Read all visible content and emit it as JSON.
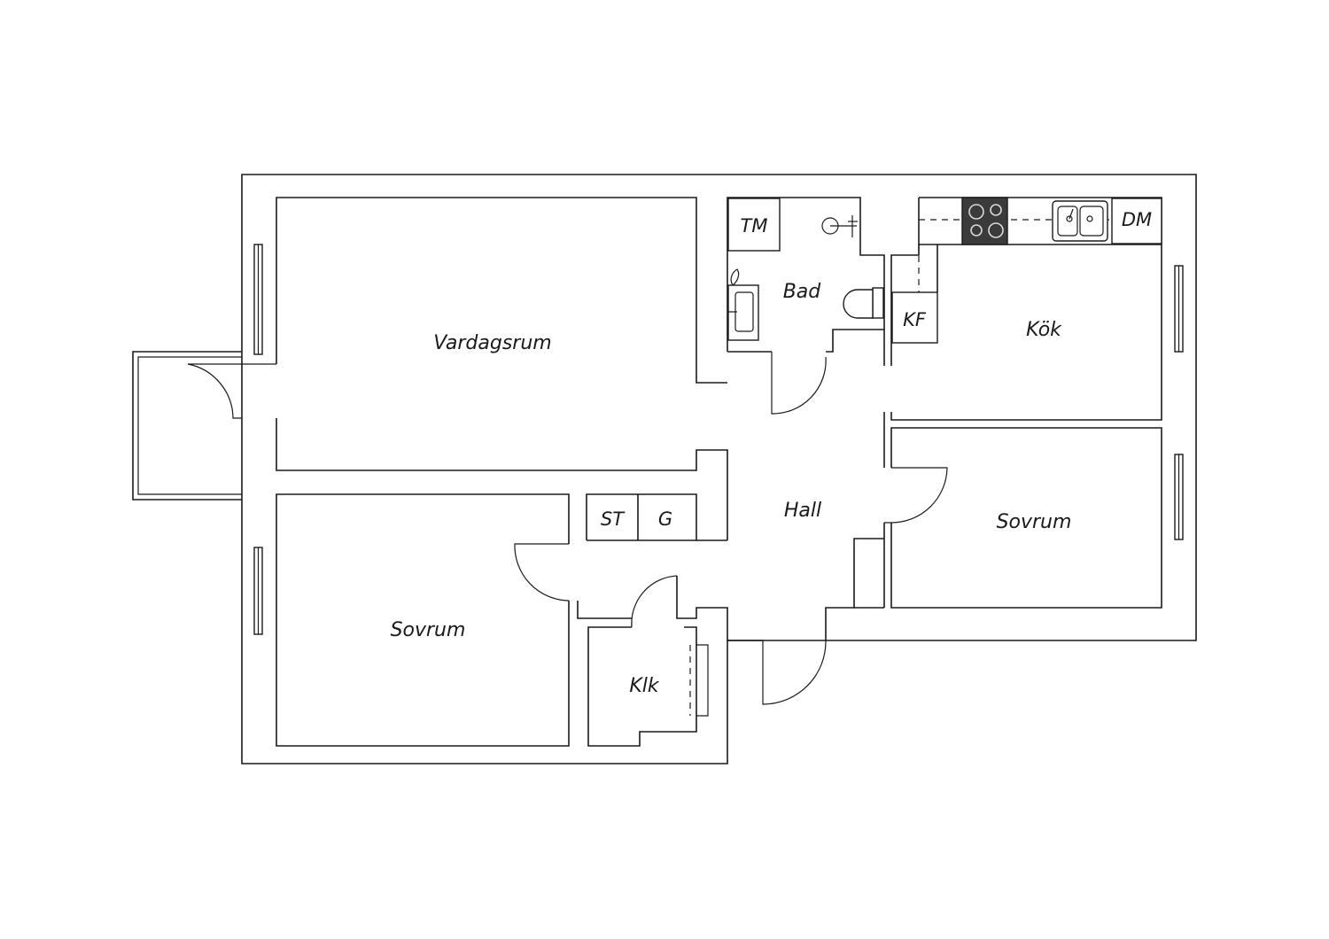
{
  "rooms": {
    "vardagsrum": "Vardagsrum",
    "bad": "Bad",
    "kok": "Kök",
    "hall": "Hall",
    "sovrum_right": "Sovrum",
    "sovrum_left": "Sovrum",
    "klk": "Klk"
  },
  "fixtures": {
    "tm": "TM",
    "dm": "DM",
    "kf": "KF",
    "st": "ST",
    "g": "G"
  },
  "icons": [
    "stove-icon",
    "kitchen-sink-icon",
    "washbasin-icon",
    "toilet-icon",
    "shower-icon",
    "door-swing-icon",
    "window-icon"
  ]
}
